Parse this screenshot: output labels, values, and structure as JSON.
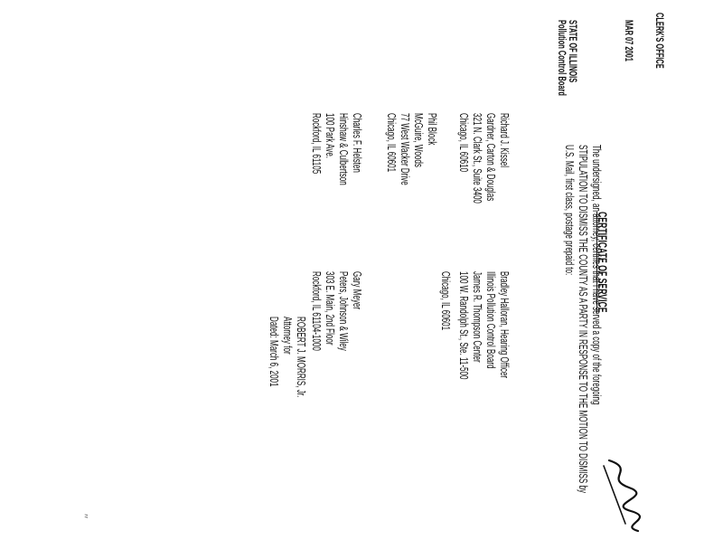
{
  "stamp": {
    "office": "CLERK'S OFFICE",
    "date": "MAR 07 2001",
    "state": "STATE OF ILLINOIS",
    "board": "Pollution Control Board"
  },
  "certificate": {
    "title": "CERTIFICATE OF SERVICE",
    "body_line1": "The undersigned, an attorney, certifies that I have served a copy of the foregoing",
    "body_line2": "STIPULATION TO DISMISS THE COUNTY AS A PARTY IN RESPONSE TO THE MOTION TO DISMISS by",
    "body_line3": "U.S. Mail, first class, postage prepaid to:"
  },
  "recipients": {
    "col1": [
      [
        "Richard J. Kissel",
        "Gardner, Carton & Douglas",
        "321 N. Clark St., Suite 3400",
        "Chicago, IL 60610"
      ],
      [
        "Phil Block",
        "McGuire, Woods",
        "77 West Wacker Drive",
        "Chicago, IL 60601"
      ],
      [
        "Charles F. Helsten",
        "Hinshaw & Culbertson",
        "100 Park Ave.",
        "Rockford, IL 61105"
      ]
    ],
    "col2": [
      [
        "Bradley Halloran, Hearing Officer",
        "Illinois Pollution Control Board",
        "James R. Thompson Center",
        "100 W. Randolph St., Ste. 11-500",
        "Chicago, IL 60601"
      ],
      [
        "Gary Meyer",
        "Peters, Johnson & Wiley",
        "303 E. Main, 2nd Floor",
        "Rockford, IL 61104-1000"
      ]
    ]
  },
  "signature": {
    "name_line": "ROBERT J. MORRIS, Jr.",
    "attorney_line": "Attorney for",
    "date_line": "Dated: March 6, 2001"
  }
}
